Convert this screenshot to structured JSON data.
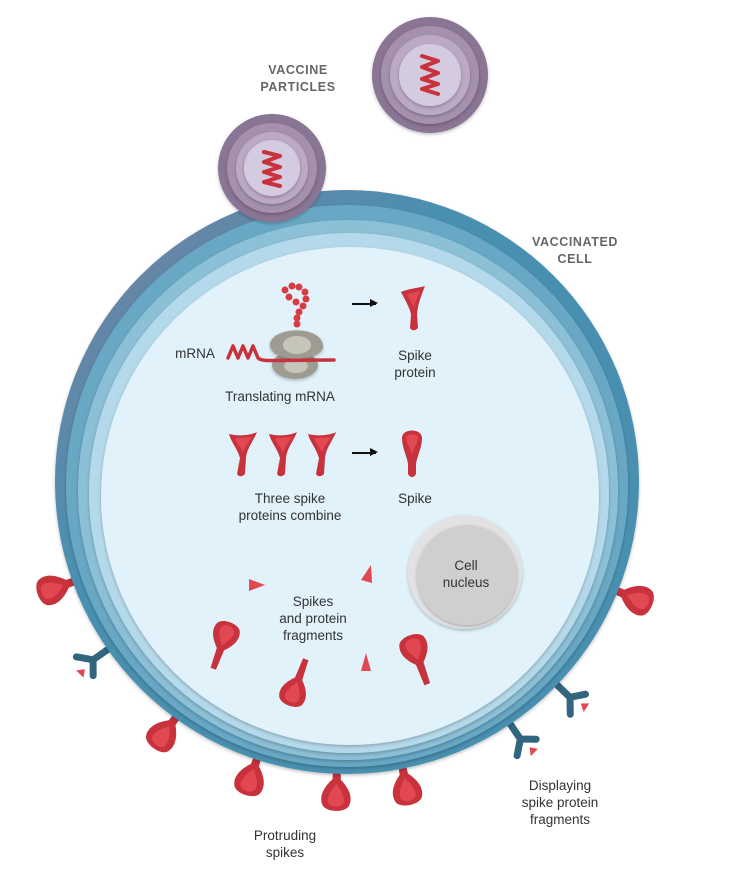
{
  "headings": {
    "vaccine_particles": [
      "VACCINE",
      "PARTICLES"
    ],
    "vaccinated_cell": [
      "VACCINATED",
      "CELL"
    ]
  },
  "labels": {
    "mrna": "mRNA",
    "translating_mrna": "Translating mRNA",
    "spike_protein": [
      "Spike",
      "protein"
    ],
    "three_spike_proteins_combine": [
      "Three spike",
      "proteins combine"
    ],
    "spike": "Spike",
    "cell_nucleus": [
      "Cell",
      "nucleus"
    ],
    "spikes_and_fragments": [
      "Spikes",
      "and protein",
      "fragments"
    ],
    "protruding_spikes": [
      "Protruding",
      "spikes"
    ],
    "displaying_fragments": [
      "Displaying",
      "spike protein",
      "fragments"
    ]
  },
  "colors": {
    "cell_layers": [
      "#4a90b0",
      "#68a8c4",
      "#8cc0d6",
      "#b4d9ea"
    ],
    "cell_interior": "#e1f2fb",
    "particle_layers": [
      "#8a7494",
      "#a591ae",
      "#bba9c5",
      "#d5cbe1"
    ],
    "spike_red": "#c8323c",
    "spike_light": "#e24852",
    "ribosome": "#9d9b92",
    "ribosome_light": "#c6c5ba",
    "nucleus_outer": "#e2e2e2",
    "nucleus_inner": "#cfcfcf",
    "receptor": "#32667e"
  }
}
